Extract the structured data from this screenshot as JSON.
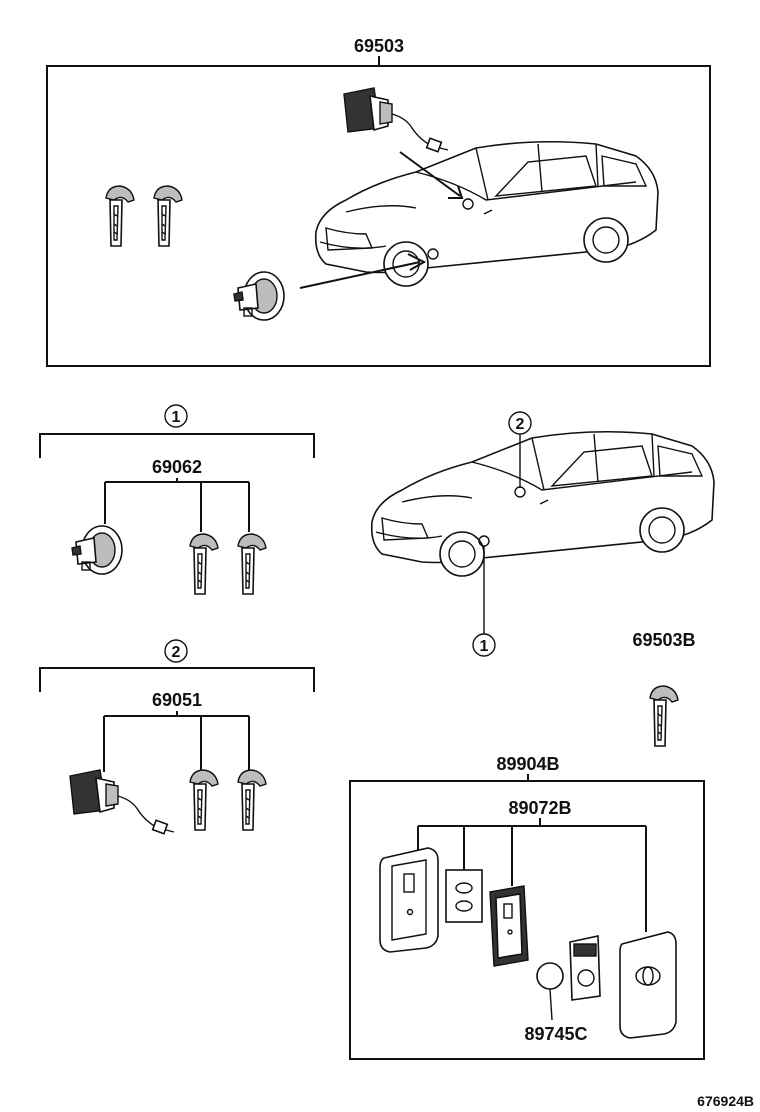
{
  "diagram": {
    "top_group_part": "69503",
    "group1_marker": "1",
    "group1_part": "69062",
    "group2_marker": "2",
    "group2_part": "69051",
    "car_marker_1": "1",
    "car_marker_2": "2",
    "single_key_part": "69503B",
    "remote_assembly_part": "89904B",
    "remote_subassembly_part": "89072B",
    "battery_part": "89745C",
    "figure_id": "676924B"
  }
}
